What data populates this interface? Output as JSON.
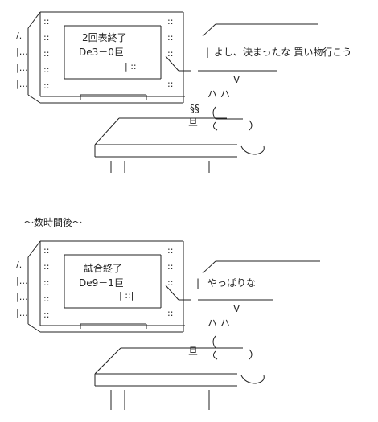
{
  "scene1": {
    "tv_title": "2回表終了",
    "tv_score": "De3－0巨",
    "speech": "よし、決まったな 買い物行こう",
    "steam": "§§",
    "bowl_kanji": "旦",
    "chevron": "V",
    "ears": "ハ ハ"
  },
  "caption": "～数時間後～",
  "scene2": {
    "tv_title": "試合終了",
    "tv_score": "De9－1巨",
    "speech": "やっぱりな",
    "bowl_kanji": "旦",
    "chevron": "V",
    "ears": "ハ ハ"
  },
  "ascii": {
    "dots_row": "|:: |",
    "dots_right": "| ::|"
  }
}
